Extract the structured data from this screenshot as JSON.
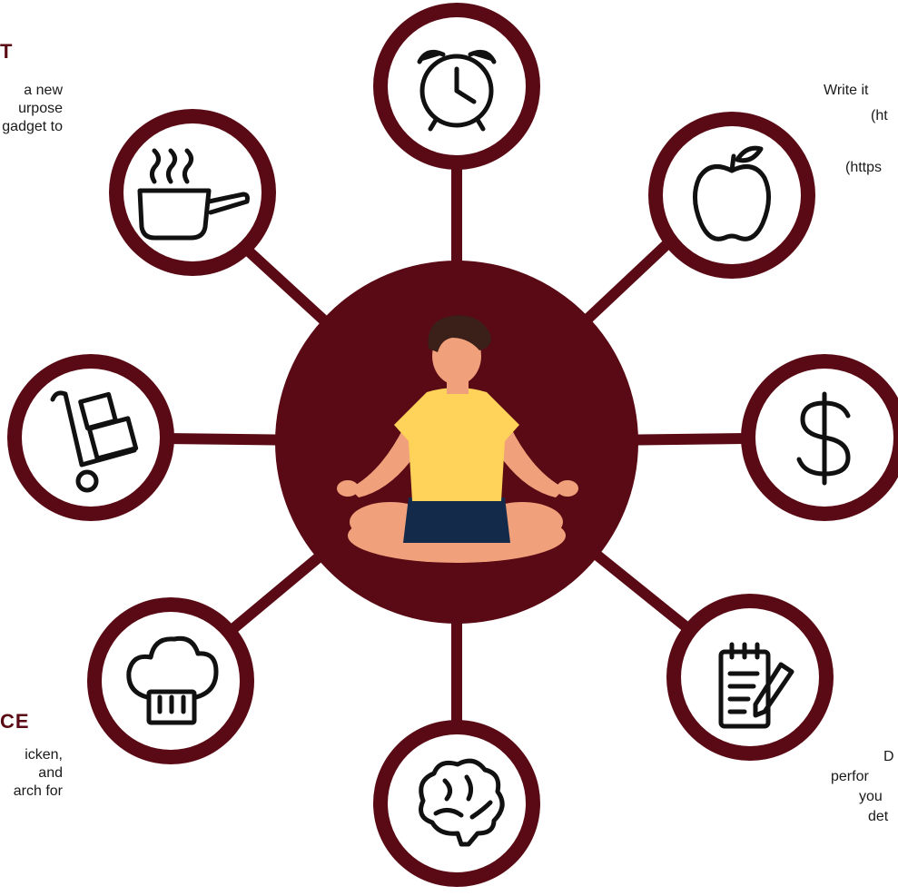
{
  "colors": {
    "maroon": "#5a0a14",
    "white": "#ffffff",
    "ink": "#111111"
  },
  "center": {
    "icon": "meditating-person-icon"
  },
  "nodes": [
    {
      "name": "alarm-clock-node",
      "icon": "alarm-clock-icon"
    },
    {
      "name": "apple-node",
      "icon": "apple-icon"
    },
    {
      "name": "dollar-node",
      "icon": "dollar-sign-icon"
    },
    {
      "name": "notepad-node",
      "icon": "notepad-pencil-icon"
    },
    {
      "name": "brain-node",
      "icon": "brain-icon"
    },
    {
      "name": "chef-hat-node",
      "icon": "chef-hat-icon"
    },
    {
      "name": "hand-truck-node",
      "icon": "hand-truck-boxes-icon"
    },
    {
      "name": "cooking-pan-node",
      "icon": "cooking-pan-steam-icon"
    }
  ],
  "left_top": {
    "heading": "T",
    "lines": [
      "a new",
      "urpose",
      "gadget to"
    ]
  },
  "left_bottom": {
    "heading": "CE",
    "lines": [
      "icken,",
      "and",
      "arch for"
    ]
  },
  "right_top": {
    "lines": [
      "Write it",
      "(ht",
      "(https"
    ]
  },
  "right_bottom": {
    "lines": [
      "D",
      "perfor",
      "you",
      "det"
    ]
  }
}
